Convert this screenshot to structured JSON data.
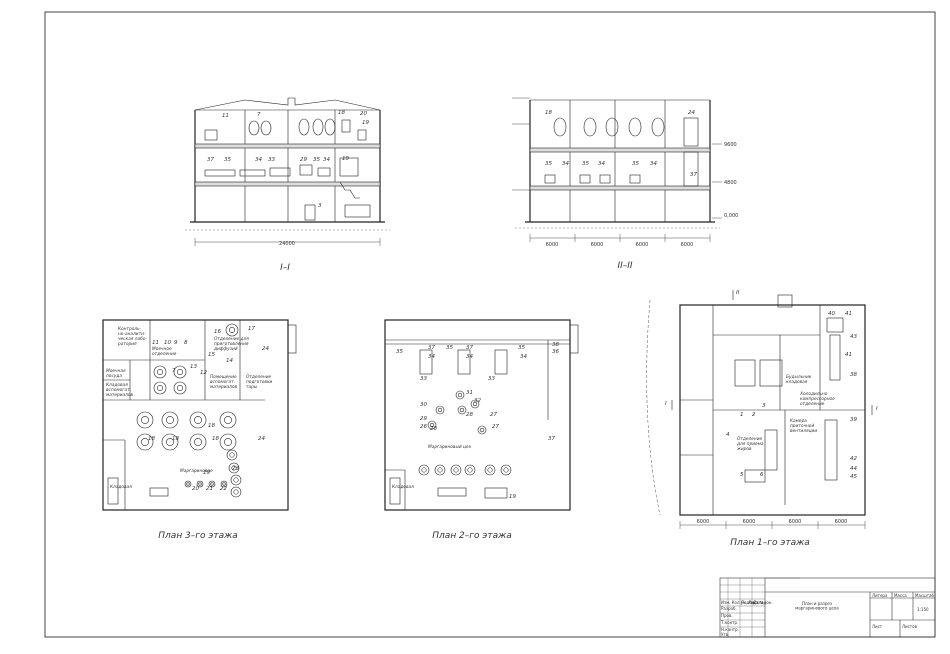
{
  "views": {
    "section1": {
      "caption": "I–I",
      "dimension": "24000"
    },
    "section2": {
      "caption": "II–II",
      "levels": [
        "9600",
        "4800",
        "0,000"
      ],
      "spans": [
        "6000",
        "6000",
        "6000",
        "6000"
      ]
    }
  },
  "plans": {
    "floor3": {
      "caption": "План 3–го этажа",
      "labels": [
        "Контроль-\nно-аналити-\nческая лабо-\nратория",
        "Моечное\nотделение",
        "Отделение для\nприготовления\nдиффузий",
        "Помещение\nвспомогат.\nматериалов",
        "Отделение\nподготовки\nтары",
        "Моечная\nпосуда",
        "Кладовая\nвспомогат.\nматериалов",
        "Кладовая",
        "Маргариновое"
      ],
      "numbers": [
        "11",
        "10",
        "9",
        "8",
        "16",
        "17",
        "15",
        "14",
        "13",
        "12",
        "24",
        "7",
        "18",
        "18",
        "18",
        "18",
        "24",
        "19",
        "20",
        "21",
        "22",
        "23"
      ]
    },
    "floor2": {
      "caption": "План 2–го этажа",
      "labels": [
        "Маргариновый цех",
        "Кладовая"
      ],
      "numbers": [
        "35",
        "37",
        "34",
        "35",
        "37",
        "34",
        "35",
        "36",
        "38",
        "33",
        "34",
        "33",
        "31",
        "32",
        "30",
        "29",
        "28",
        "26",
        "27",
        "28",
        "27",
        "37",
        "19"
      ]
    },
    "floor1": {
      "caption": "План 1–го этажа",
      "labels": [
        "Отделение\nдля приема\nжиров",
        "Камера\nприточной\nвентиляции",
        "Будыльник\nкладовая",
        "Холодильно\nкомпрессорное\nотделение"
      ],
      "numbers": [
        "40",
        "41",
        "43",
        "41",
        "38",
        "39",
        "42",
        "44",
        "45",
        "1",
        "2",
        "3",
        "4",
        "5",
        "6"
      ],
      "dimensions": [
        "6000",
        "6000",
        "6000",
        "6000"
      ],
      "cut_marks": [
        "II",
        "I",
        "I"
      ]
    }
  },
  "title_block": {
    "title": "План и разрез\nмаргаринового цеха",
    "scale": "1:150",
    "columns": [
      "Литера",
      "Масса",
      "Масштаб"
    ],
    "sheet_fields": [
      "Лист",
      "Листов"
    ],
    "signatures": [
      "Изм. Кол.уч. Лист №док.",
      "Подпись",
      "Дата",
      "Разраб.",
      "Пров.",
      "Т.контр.",
      "Н.контр.",
      "Утв."
    ]
  }
}
